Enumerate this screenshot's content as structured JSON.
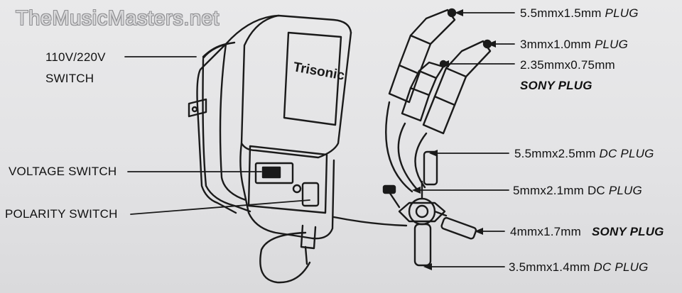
{
  "watermark": "TheMusicMasters.net",
  "brand": "Trisonic",
  "left_labels": {
    "switch_110_220_line1": "110V/220V",
    "switch_110_220_line2": "SWITCH",
    "voltage_switch": "VOLTAGE SWITCH",
    "polarity_switch": "POLARITY SWITCH"
  },
  "right_labels": {
    "plug_55x15_size": "5.5mmx1.5mm",
    "plug_55x15_type": "PLUG",
    "plug_3x10_size": "3mmx1.0mm",
    "plug_3x10_type": "PLUG",
    "plug_235x075_size": "2.35mmx0.75mm",
    "plug_235x075_type": "SONY PLUG",
    "plug_55x25_size": "5.5mmx2.5mm",
    "plug_55x25_type": "DC PLUG",
    "plug_5x21_size": "5mmx2.1mm DC",
    "plug_5x21_type": "PLUG",
    "plug_4x17_size": "4mmx1.7mm",
    "plug_4x17_type": "SONY PLUG",
    "plug_35x14_size": "3.5mmx1.4mm",
    "plug_35x14_type": "DC PLUG"
  }
}
